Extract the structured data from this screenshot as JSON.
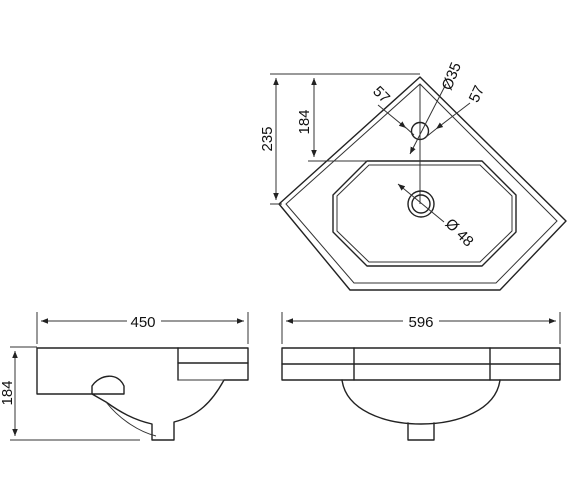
{
  "dimensions": {
    "top_overall_depth": "235",
    "top_tap_offset": "184",
    "tap_hole_left": "57",
    "tap_hole_right": "57",
    "tap_hole_diameter": "Ø35",
    "waste_diameter": "Ø 48",
    "side_width": "450",
    "side_height": "184",
    "front_width": "596"
  },
  "colors": {
    "line": "#222222",
    "background": "#ffffff"
  }
}
